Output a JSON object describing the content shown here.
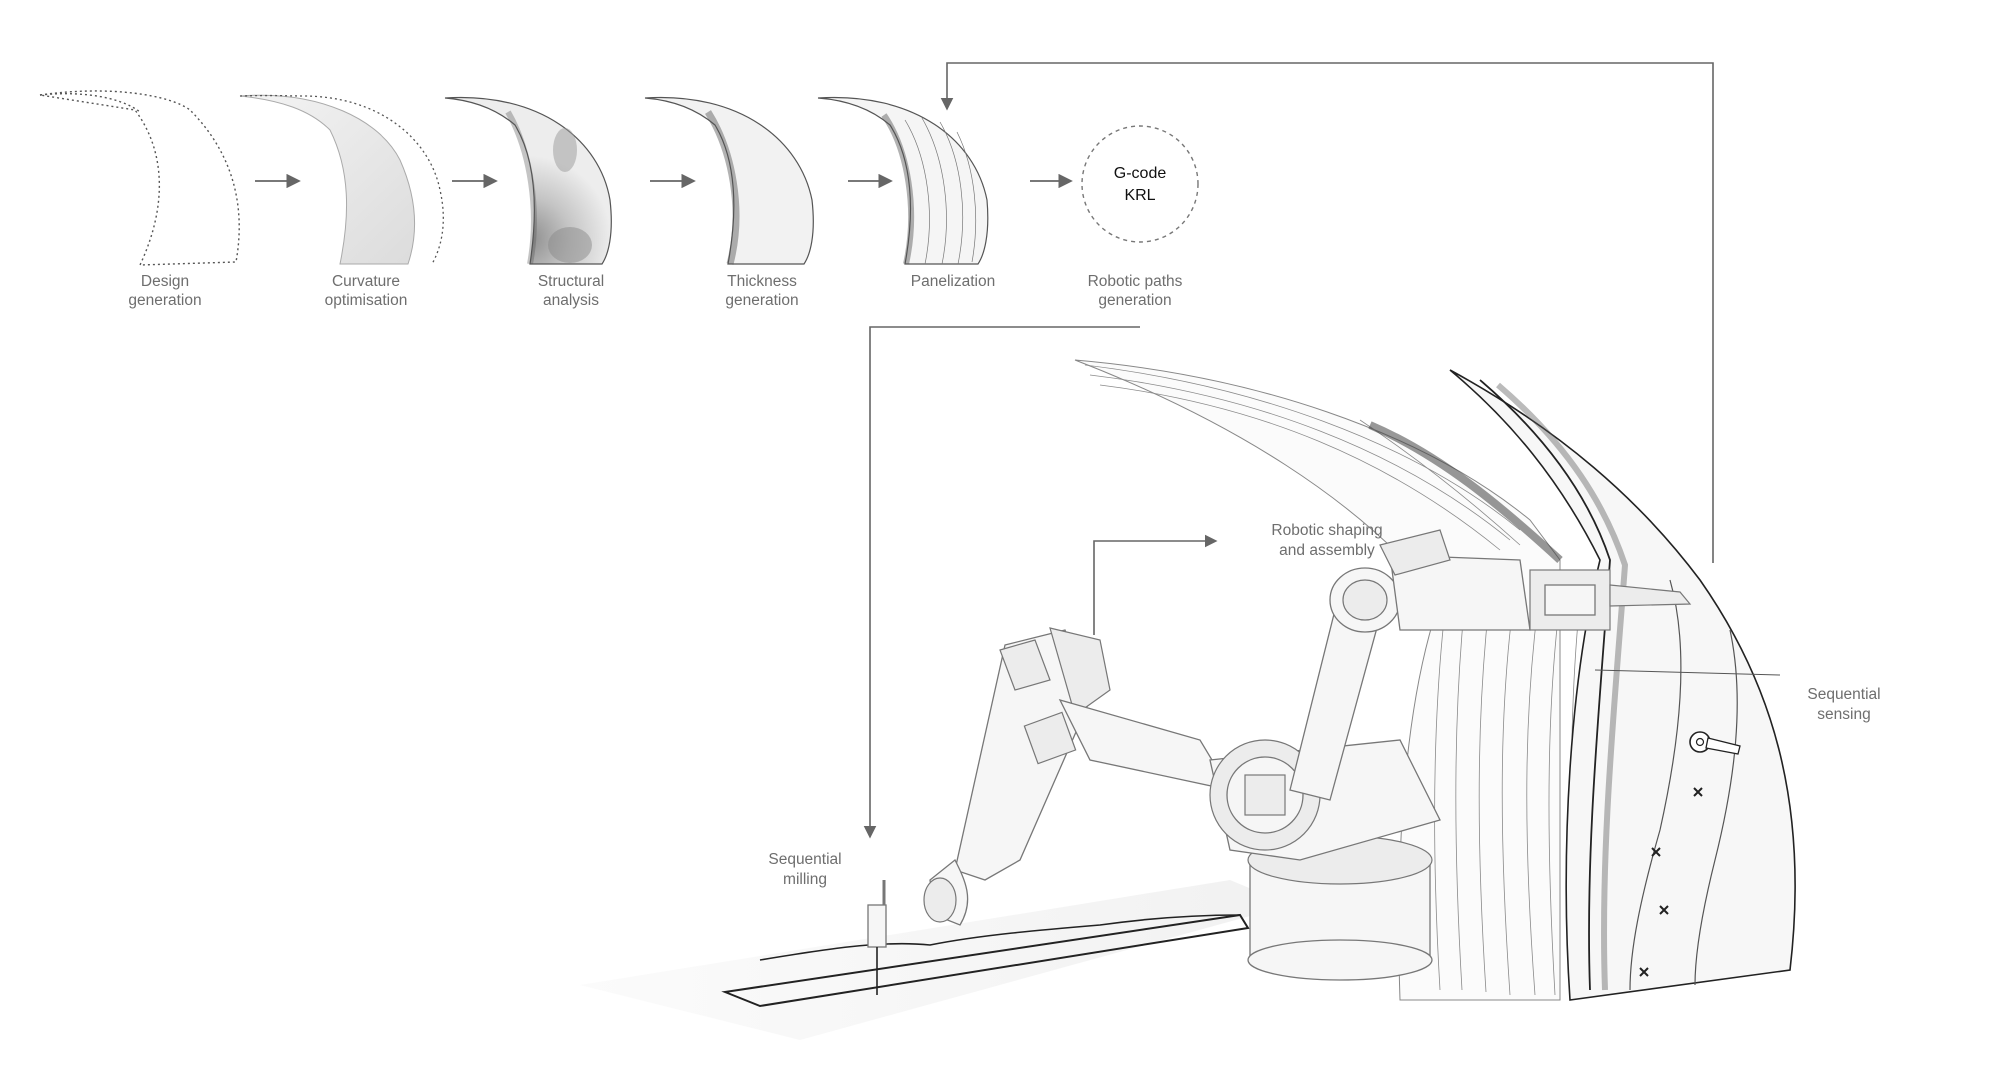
{
  "steps": [
    {
      "line1": "Design",
      "line2": "generation"
    },
    {
      "line1": "Curvature",
      "line2": "optimisation"
    },
    {
      "line1": "Structural",
      "line2": "analysis"
    },
    {
      "line1": "Thickness",
      "line2": "generation"
    },
    {
      "line1": "Panelization",
      "line2": ""
    },
    {
      "line1": "Robotic paths",
      "line2": "generation"
    }
  ],
  "code_circle": {
    "line1": "G-code",
    "line2": "KRL"
  },
  "fabrication": {
    "milling": {
      "line1": "Sequential",
      "line2": "milling"
    },
    "shaping": {
      "line1": "Robotic shaping",
      "line2": "and assembly"
    },
    "sensing": {
      "line1": "Sequential",
      "line2": "sensing"
    }
  },
  "colors": {
    "arrow": "#666666",
    "label": "#6e6e6e",
    "outline": "#555555"
  }
}
